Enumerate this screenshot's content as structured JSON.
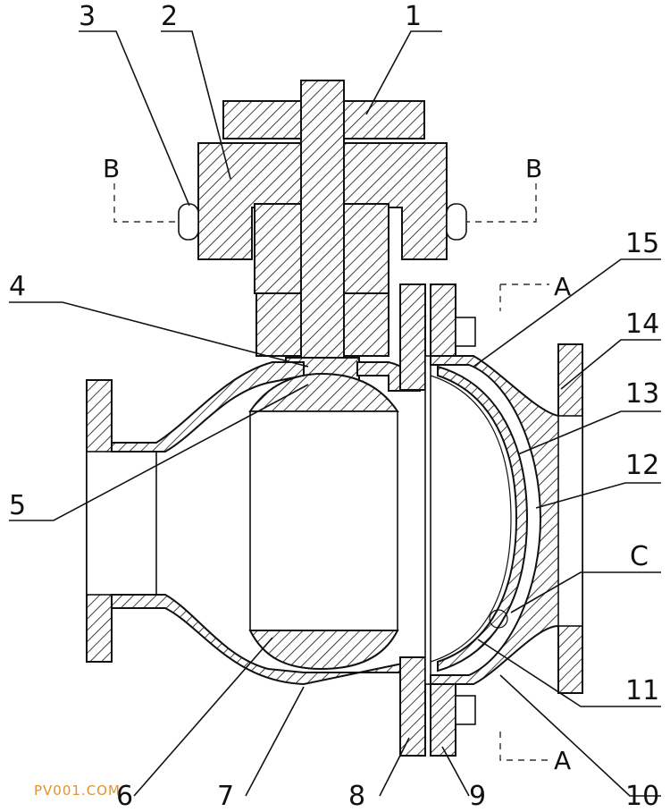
{
  "callouts": [
    "1",
    "2",
    "3",
    "4",
    "5",
    "6",
    "7",
    "8",
    "9",
    "10",
    "11",
    "12",
    "13",
    "14",
    "15",
    "C"
  ],
  "section_marks": {
    "B_left": "B",
    "B_right": "B",
    "A_top": "A",
    "A_bottom": "A"
  },
  "watermark": "PV001.COM"
}
